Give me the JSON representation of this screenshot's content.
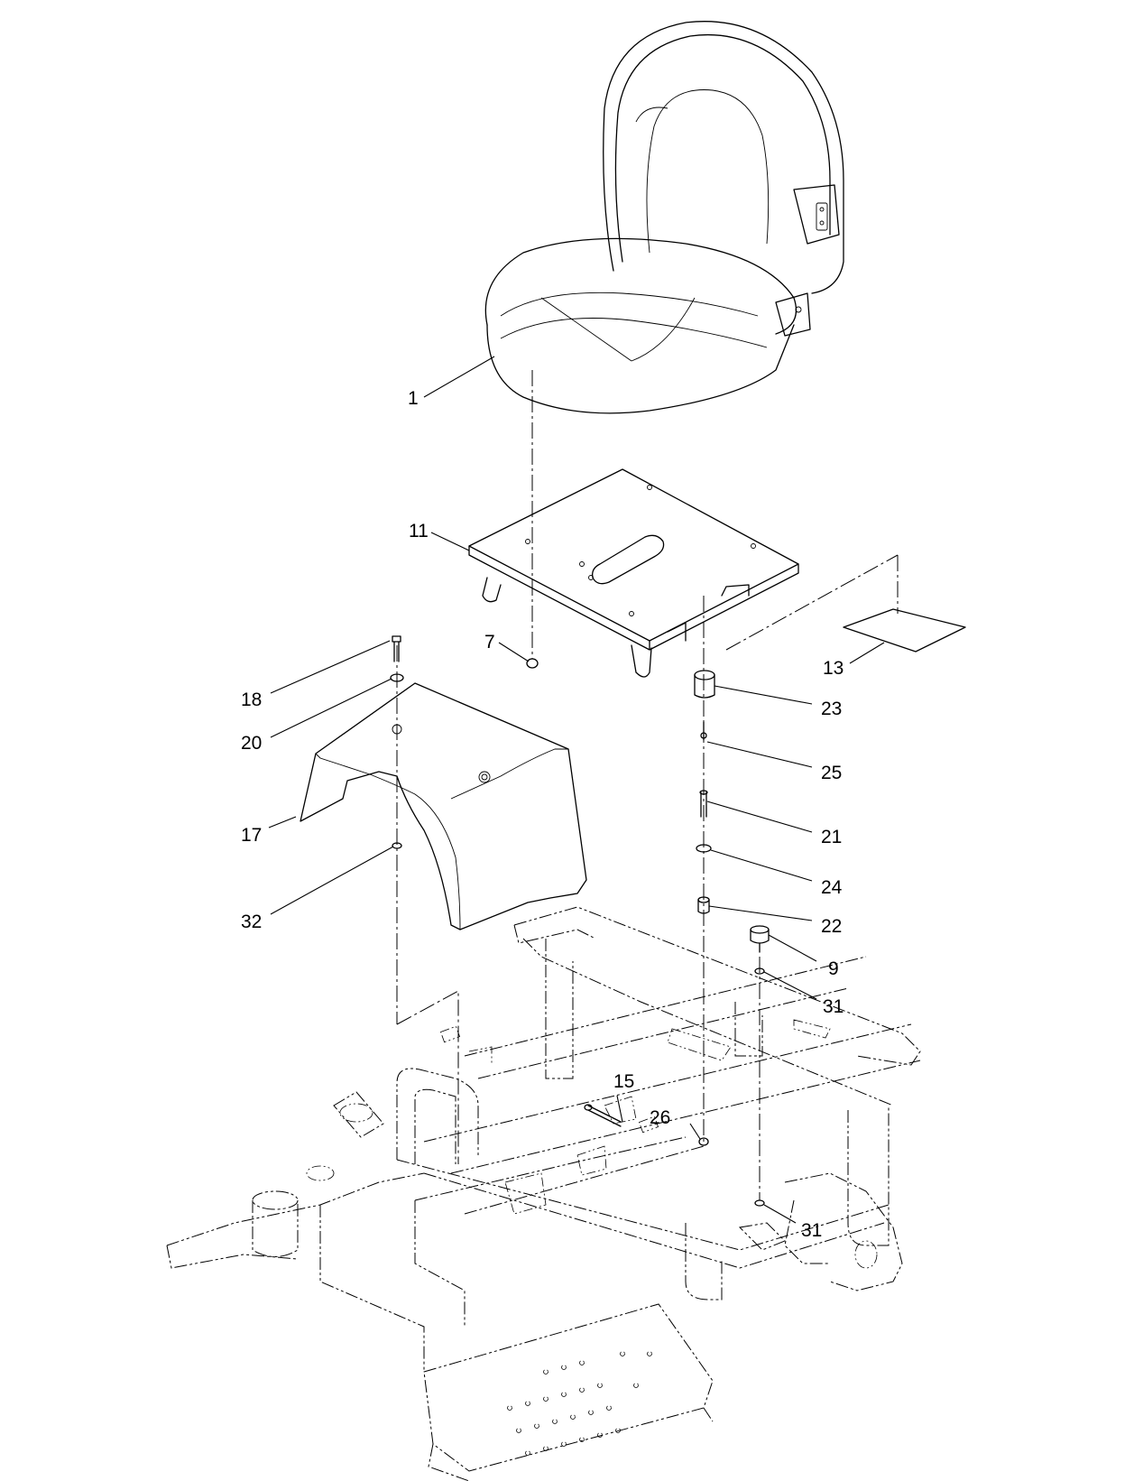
{
  "callouts": [
    {
      "id": "c1",
      "label": "1"
    },
    {
      "id": "c11",
      "label": "11"
    },
    {
      "id": "c7",
      "label": "7"
    },
    {
      "id": "c13",
      "label": "13"
    },
    {
      "id": "c18",
      "label": "18"
    },
    {
      "id": "c20",
      "label": "20"
    },
    {
      "id": "c17",
      "label": "17"
    },
    {
      "id": "c32",
      "label": "32"
    },
    {
      "id": "c23",
      "label": "23"
    },
    {
      "id": "c25",
      "label": "25"
    },
    {
      "id": "c21",
      "label": "21"
    },
    {
      "id": "c24",
      "label": "24"
    },
    {
      "id": "c22",
      "label": "22"
    },
    {
      "id": "c9",
      "label": "9"
    },
    {
      "id": "c31a",
      "label": "31"
    },
    {
      "id": "c15",
      "label": "15"
    },
    {
      "id": "c26",
      "label": "26"
    },
    {
      "id": "c31b",
      "label": "31"
    }
  ]
}
